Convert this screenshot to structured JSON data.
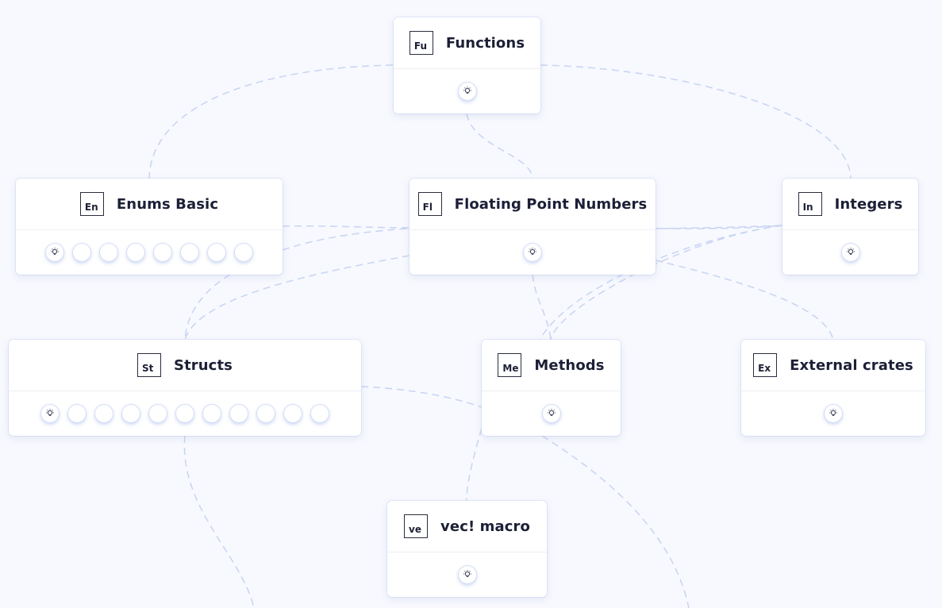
{
  "icons": {
    "hint": "lightbulb-icon",
    "lesson": "empty-circle-icon"
  },
  "colors": {
    "background": "#f8f9fe",
    "edge": "#c9d6f3",
    "text": "#1c1f36"
  },
  "nodes": {
    "functions": {
      "abbr": "Fu",
      "title": "Functions",
      "empty_circles": 0
    },
    "enums": {
      "abbr": "En",
      "title": "Enums Basic",
      "empty_circles": 7
    },
    "floating": {
      "abbr": "Fl",
      "title": "Floating Point Numbers",
      "empty_circles": 0
    },
    "integers": {
      "abbr": "In",
      "title": "Integers",
      "empty_circles": 0
    },
    "structs": {
      "abbr": "St",
      "title": "Structs",
      "empty_circles": 10
    },
    "methods": {
      "abbr": "Me",
      "title": "Methods",
      "empty_circles": 0
    },
    "external": {
      "abbr": "Ex",
      "title": "External crates",
      "empty_circles": 0
    },
    "vec": {
      "abbr": "ve",
      "title": "vec! macro",
      "empty_circles": 0
    }
  }
}
